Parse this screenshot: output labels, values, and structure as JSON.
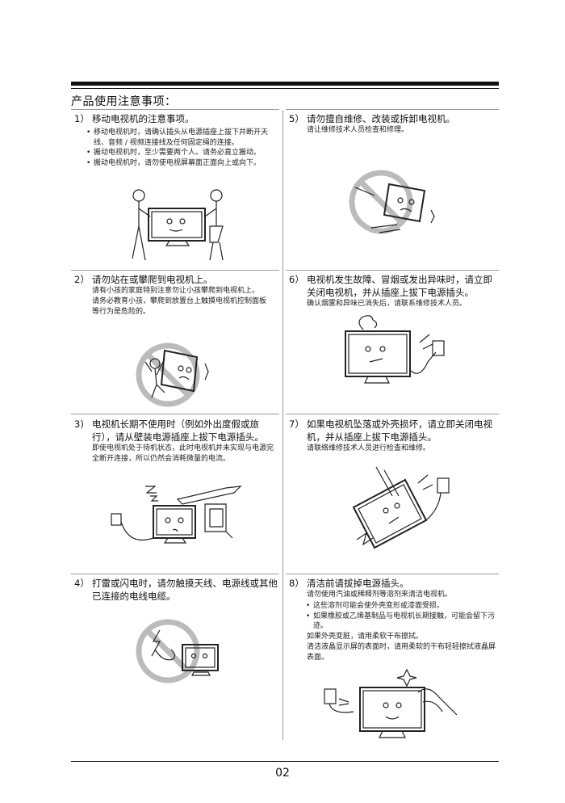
{
  "page_title": "产品使用注意事项：",
  "page_number": "02",
  "sections": [
    {
      "num": "1）",
      "title": "移动电视机的注意事项。",
      "bullets": [
        "移动电视机时，请确认插头从电源插座上拔下并断开天线、音频 / 视频连接线及任何固定绳的连接。",
        "搬动电视机时，至少需要两个人。请务必直立搬动。",
        "搬动电视机时，请勿使电视屏幕面正面向上或向下。"
      ]
    },
    {
      "num": "5）",
      "title": "请勿擅自维修、改装或拆卸电视机。",
      "body": [
        "请让维修技术人员检查和修理。"
      ]
    },
    {
      "num": "2）",
      "title": "请勿站在或攀爬到电视机上。",
      "body": [
        "请有小孩的家庭特别注意勿让小孩攀爬到电视机上。",
        "请务必教育小孩，攀爬到放置台上触摸电视机控制面板等行为是危险的。"
      ]
    },
    {
      "num": "6）",
      "title": "电视机发生故障、冒烟或发出异味时，请立即关闭电视机，并从插座上拔下电源插头。",
      "body": [
        "确认烟雾和异味已消失后，请联系维修技术人员。"
      ]
    },
    {
      "num": "3)",
      "title": "电视机长期不使用时（例如外出度假或旅行），请从壁装电源插座上拔下电源插头。",
      "body": [
        "即使电视机处于待机状态，此时电视机并未实现与电源完全断开连接，所以仍然会消耗微量的电流。"
      ]
    },
    {
      "num": "7）",
      "title": "如果电视机坠落或外壳损坏，请立即关闭电视机，并从插座上拔下电源插头。",
      "body": [
        "请联络维修技术人员进行检查和维修。"
      ]
    },
    {
      "num": "4）",
      "title": "打雷或闪电时，请勿触摸天线、电源线或其他已连接的电线电缆。"
    },
    {
      "num": "8）",
      "title": "清洁前请拔掉电源插头。",
      "body_top": "请勿使用汽油或稀释剂等溶剂来清洁电视机。",
      "bullets": [
        "这些溶剂可能会使外壳变形或漆面受损。",
        "如果橡胶或乙烯基制品与电视机长期接触，可能会留下污迹。"
      ],
      "body_bottom": [
        "如果外壳变脏，请用柔软干布擦拭。",
        "清洁液晶显示屏的表面时，请用柔软的干布轻轻擦拭液晶屏表面。"
      ]
    }
  ],
  "illustrations": {
    "s1": "two-people-carrying-tv-icon",
    "s5": "no-disassembly-icon",
    "s2": "no-child-climbing-icon",
    "s6": "smoking-tv-unplug-icon",
    "s3": "vacation-unplug-icon",
    "s7": "fallen-tv-icon",
    "s4": "no-touch-during-lightning-icon",
    "s8": "cleaning-tv-icon"
  },
  "colors": {
    "text": "#111111",
    "divider": "#999999",
    "prohibit": "#bbbbbb"
  }
}
